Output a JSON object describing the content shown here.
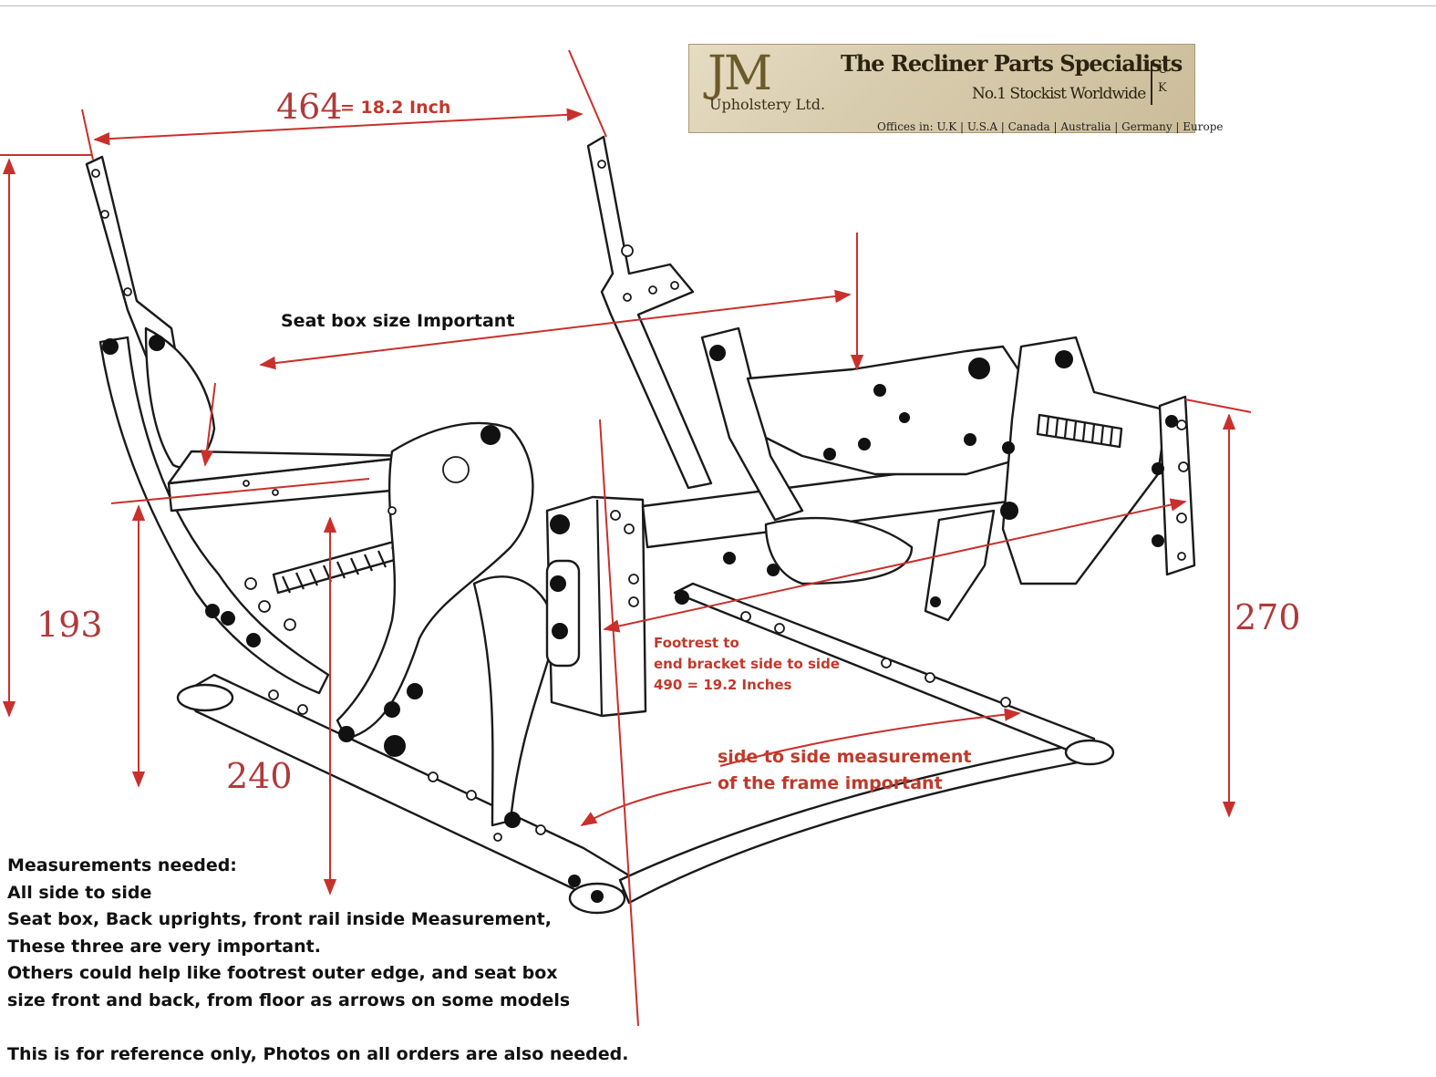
{
  "logo": {
    "brand": "JM",
    "company": "Upholstery Ltd.",
    "title": "The Recliner Parts Specialists",
    "subtitle": "No.1 Stockist Worldwide",
    "uk_letters": [
      "U",
      "K"
    ],
    "offices": "Offices in:  U.K  |  U.S.A  |  Canada  |  Australia  |  Germany  |  Europe"
  },
  "dimensions": {
    "top_width_value": "464",
    "top_width_note": "= 18.2 Inch",
    "left_height": "193",
    "right_height": "270",
    "front_height": "240"
  },
  "annotations": {
    "seat_box": "Seat box size Important",
    "footrest": [
      "Footrest to",
      "end bracket side to side",
      "490 = 19.2 Inches"
    ],
    "frame": [
      "side to side measurement",
      "of the frame important"
    ]
  },
  "instructions": [
    "Measurements needed:",
    "All side to side",
    "Seat box, Back uprights, front rail inside Measurement,",
    "These three are very important.",
    "Others could help like footrest outer edge, and seat box",
    "size front and back, from floor as arrows on some models",
    "",
    "This is for reference only, Photos on all orders are also needed."
  ],
  "colors": {
    "annotation_red": "#c9302c",
    "dimension_red": "#b03a3a",
    "line_art": "#1a1a1a"
  }
}
